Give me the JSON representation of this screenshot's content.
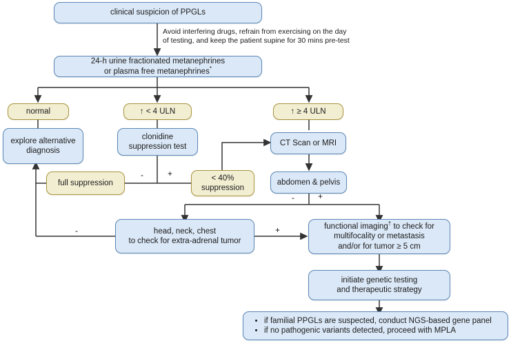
{
  "diagram": {
    "title": "PPGLs diagnostic algorithm flowchart",
    "colors": {
      "blue_fill": "#dbe8f7",
      "blue_border": "#5b87b5",
      "yellow_fill": "#f2eed2",
      "yellow_border": "#a89440",
      "connector": "#333333",
      "text": "#1a1a1a"
    },
    "nodes": {
      "suspicion": "clinical suspicion of PPGLs",
      "metanephrines_line1": "24-h urine fractionated metanephrines",
      "metanephrines_line2": "or plasma free metanephrines",
      "metanephrines_marker": "*",
      "normal": "normal",
      "uln_low": "↑ < 4 ULN",
      "uln_high": "↑ ≥ 4 ULN",
      "explore_line1": "explore alternative",
      "explore_line2": "diagnosis",
      "clonidine_line1": "clonidine",
      "clonidine_line2": "suppression test",
      "ct_mri": "CT Scan or MRI",
      "full_suppression": "full suppression",
      "partial_line1": "< 40%",
      "partial_line2": "suppression",
      "abdomen_pelvis": "abdomen & pelvis",
      "head_neck_line1": "head, neck, chest",
      "head_neck_line2": "to check for extra-adrenal tumor",
      "functional_line1_a": "functional imaging",
      "functional_marker": "†",
      "functional_line1_b": " to check for",
      "functional_line2": "multifocality or metastasis",
      "functional_line3": "and/or for tumor ≥ 5 cm",
      "genetic_line1": "initiate genetic testing",
      "genetic_line2": "and therapeutic strategy",
      "bullet_1": "if familial PPGLs are suspected, conduct NGS-based gene panel",
      "bullet_2": "if no pathogenic variants detected, proceed with MPLA"
    },
    "annotations": {
      "pretest_line1": "Avoid interfering drugs, refrain from exercising on the day",
      "pretest_line2": "of testing, and keep the patient supine for 30 mins pre-test"
    },
    "edge_labels": {
      "clonidine_minus": "-",
      "clonidine_plus": "+",
      "abdomen_minus": "-",
      "abdomen_plus": "+",
      "headneck_minus": "-",
      "headneck_plus": "+"
    }
  }
}
